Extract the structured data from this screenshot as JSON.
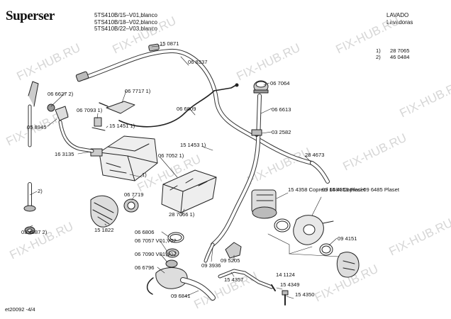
{
  "header": {
    "brand": "Superser",
    "models": "5TS410B/15–V01,blanco\n5TS410B/18–V02,blanco\n5TS410B/22–V03,blanco",
    "category": "LAVADO\nLavadoras"
  },
  "legend": [
    {
      "key": "1)",
      "value": "28 7065"
    },
    {
      "key": "2)",
      "value": "46 0484"
    }
  ],
  "footer": "et20092 -4/4",
  "watermark": "FIX-HUB.RU",
  "parts": {
    "p150871": "15 0871",
    "p068337": "06 8337",
    "p066627": "06 6627 2)",
    "p067717": "06 7717 1)",
    "p067093": "06 7093 1)",
    "p058945": "05 8945",
    "p151451": "15 1451 1)",
    "p066809": "06 6809",
    "p067064": "06 7064",
    "p066613": "06 6613",
    "p032582": "03 2582",
    "p163135": "16 3135",
    "p151453": "15 1453 1)",
    "p284673": "28 4673",
    "p067052": "06 7052 1)",
    "p1a": "1)",
    "p2a": "2)",
    "p067719": "06 7719",
    "p154358": "15 4358\nCoprecí\n15 4359\nPlaset",
    "p096484": "09 6484\nCoprecí\n09 6485\nPlaset",
    "p287066": "28 7066 1)",
    "p034887": "03 4887 2)",
    "p151822": "15 1822",
    "p066806": "06 6806",
    "p067057": "06 7057\nV01,V02",
    "p067090": "06 7090\nV01,V02",
    "p066796": "06 6796",
    "p094151": "09 4151",
    "p093936": "09 3936",
    "p095205": "09 5205",
    "p141124": "14 1124",
    "p154357": "15 4357",
    "p154349": "15 4349",
    "p154350": "15 4350",
    "p096841": "09 6841"
  }
}
